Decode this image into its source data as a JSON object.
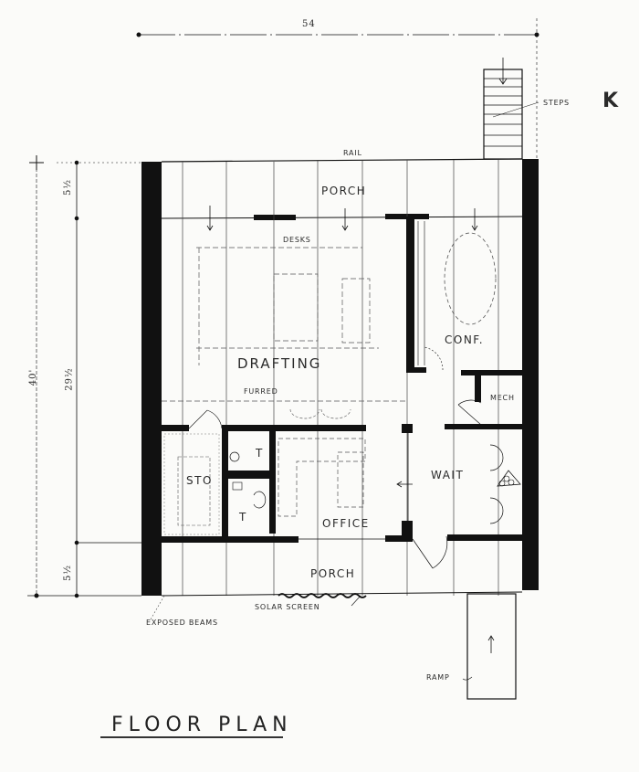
{
  "drawing": {
    "title": "FLOOR PLAN",
    "colors": {
      "ink": "#111111",
      "paper": "#fbfbf9",
      "hatch": "#999999"
    }
  },
  "dimensions": {
    "overall_width": "54",
    "overall_depth": "40'",
    "top_porch_depth": "5½",
    "interior_depth": "29½",
    "bottom_porch_depth": "5½"
  },
  "rooms": {
    "porch_north": "PORCH",
    "drafting": "DRAFTING",
    "conference": "CONF.",
    "mechanical": "MECH",
    "storage": "STO",
    "toilet_1": "T",
    "toilet_2": "T",
    "office": "OFFICE",
    "wait": "WAIT",
    "porch_south": "PORCH"
  },
  "annotations": {
    "rail": "RAIL",
    "desks": "DESKS",
    "furred": "FURRED",
    "steps": "STEPS",
    "solar_screen": "SOLAR SCREEN",
    "exposed_beams": "EXPOSED BEAMS",
    "ramp": "RAMP",
    "north_arrow": "K"
  }
}
